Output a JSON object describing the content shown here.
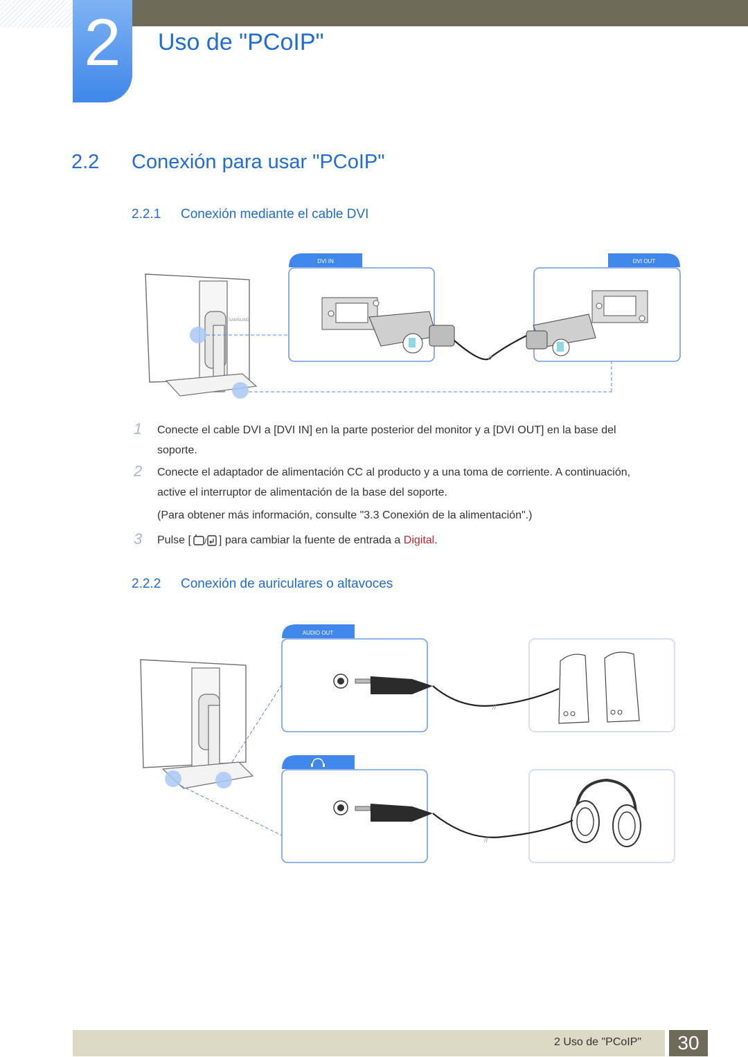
{
  "chapter": {
    "number": "2",
    "title": "Uso de \"PCoIP\""
  },
  "section": {
    "number": "2.2",
    "title": "Conexión para usar \"PCoIP\""
  },
  "subsection_dvi": {
    "number": "2.2.1",
    "title": "Conexión mediante el cable DVI"
  },
  "dvi_diagram": {
    "dvi_in_label": "DVI IN",
    "dvi_out_label": "DVI OUT",
    "brand_text": "SAMSUNG"
  },
  "steps": [
    {
      "num": "1",
      "text_line1": "Conecte el cable DVI a [DVI IN] en la parte posterior del monitor y a [DVI OUT] en la base del",
      "text_line2": "soporte."
    },
    {
      "num": "2",
      "text_line1": "Conecte el adaptador de alimentación CC al producto y a una toma de corriente. A continuación,",
      "text_line2": "active el interruptor de alimentación de la base del soporte."
    },
    {
      "note": "(Para obtener más información, consulte \"3.3 Conexión de la alimentación\".)"
    },
    {
      "num": "3",
      "text_before": "Pulse [",
      "text_after": "] para cambiar la fuente de entrada a ",
      "highlight": "Digital",
      "end": "."
    }
  ],
  "subsection_audio": {
    "number": "2.2.2",
    "title": "Conexión de auriculares o altavoces"
  },
  "audio_diagram": {
    "audio_out_label": "AUDIO OUT",
    "headphone_icon": "headphone-icon"
  },
  "footer": {
    "text": "2 Uso de \"PCoIP\"",
    "page": "30"
  },
  "colors": {
    "accent_blue": "#1f6cd6",
    "highlight_red": "#c1272d",
    "header_bar": "#6e6a59",
    "footer_bar": "#dcd9c4"
  }
}
